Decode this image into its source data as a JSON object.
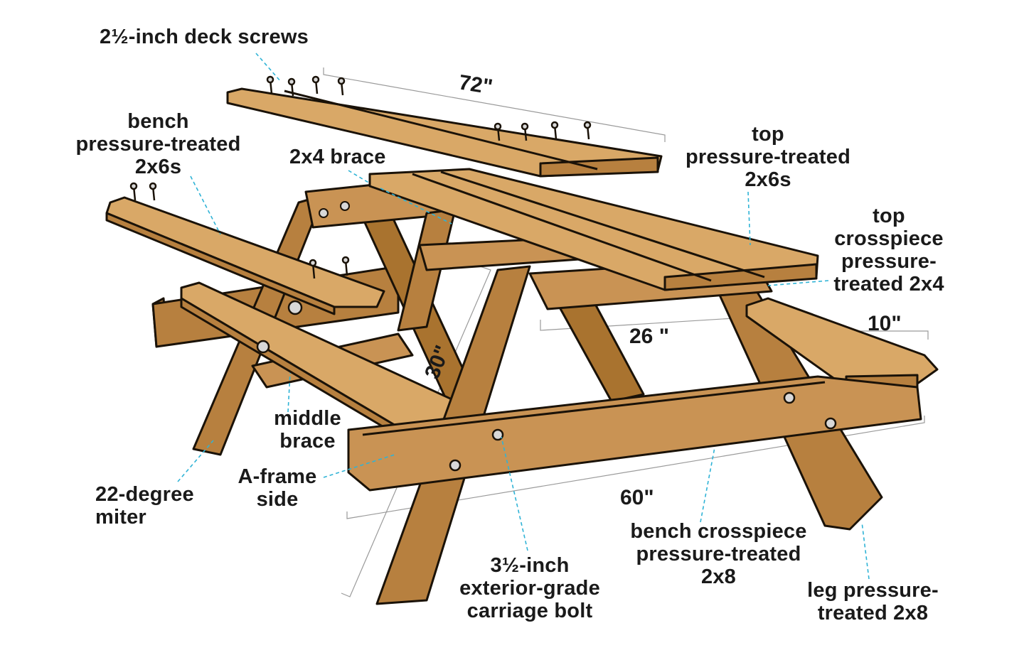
{
  "colors": {
    "wood_top": "#d9a867",
    "wood_side": "#b7803f",
    "wood_dark": "#8a5a26",
    "outline": "#1a1208",
    "leader": "#2fb3d6",
    "dimension_line": "#9a9a9a"
  },
  "labels": {
    "deck_screws": "2½-inch deck screws",
    "bench_boards": "bench\npressure-treated\n2x6s",
    "brace": "2x4 brace",
    "top_boards": "top\npressure-treated\n2x6s",
    "top_crosspiece": "top\ncrosspiece\npressure-\ntreated 2x4",
    "middle_brace": "middle\nbrace",
    "a_frame_side": "A-frame\nside",
    "miter": "22-degree\nmiter",
    "carriage_bolt": "3½-inch\nexterior-grade\ncarriage bolt",
    "bench_crosspiece": "bench crosspiece\npressure-treated\n2x8",
    "leg": "leg pressure-\ntreated 2x8"
  },
  "dimensions": {
    "top_length": "72\"",
    "height": "30\"",
    "top_crosspiece_width": "26 \"",
    "bench_width": "10\"",
    "bench_crosspiece_length": "60\""
  },
  "icons": [
    "screw-icon",
    "carriage-bolt-icon"
  ]
}
